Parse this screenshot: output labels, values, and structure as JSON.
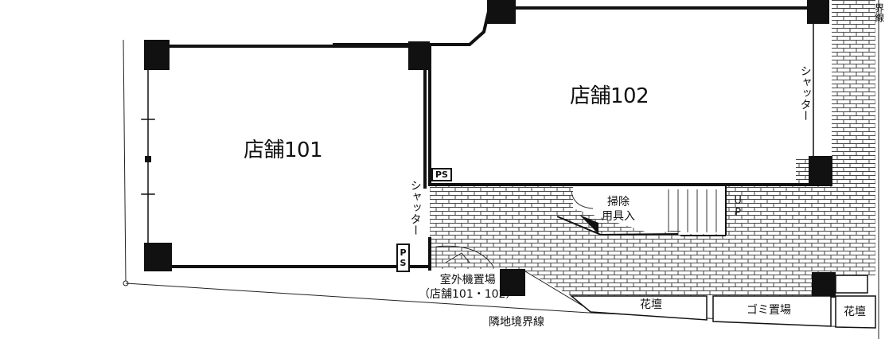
{
  "floor_plan": {
    "rooms": {
      "store_101": "店舗101",
      "store_102": "店舗102"
    },
    "labels": {
      "shutter": "シャッター",
      "ps": "PS",
      "cleaning_storage_line1": "掃除",
      "cleaning_storage_line2": "用具入",
      "stairs_up": "UP",
      "outdoor_unit_line1": "室外機置場",
      "outdoor_unit_line2": "（店舗101・102）",
      "flower_bed": "花壇",
      "garbage_area": "ゴミ置場",
      "boundary_line": "隣地境界線",
      "boundary_line_partial": "界線"
    },
    "colors": {
      "wall": "#111111",
      "paving": "#444444",
      "background": "#ffffff"
    }
  }
}
